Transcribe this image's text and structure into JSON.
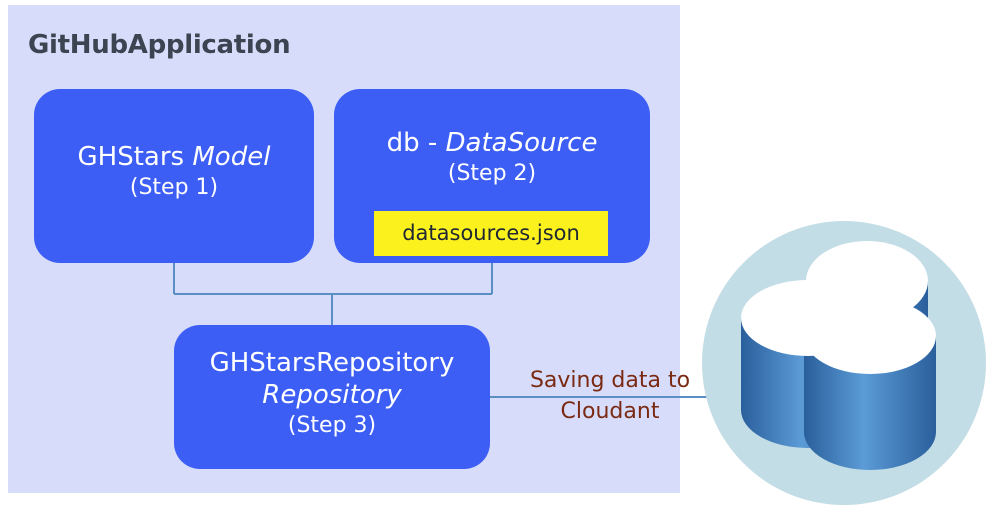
{
  "app": {
    "title": "GitHubApplication"
  },
  "model": {
    "name": "GHStars",
    "kind": "Model",
    "step": "(Step 1)"
  },
  "datasource": {
    "name": "db - ",
    "kind": "DataSource",
    "step": "(Step 2)",
    "file": "datasources.json"
  },
  "repository": {
    "name": "GHStarsRepository",
    "kind": "Repository",
    "step": "(Step 3)"
  },
  "connection": {
    "label_line1": "Saving data to",
    "label_line2": "Cloudant"
  },
  "colors": {
    "panel": "#d7dcfb",
    "box": "#3d5ef5",
    "highlight": "#fbf21d",
    "connector": "#5a8fc4",
    "label": "#7a2a12",
    "db_ring": "#c3dde6",
    "db_body": "#3d79b8"
  },
  "icons": {
    "database": "database-cylinder-icon"
  }
}
